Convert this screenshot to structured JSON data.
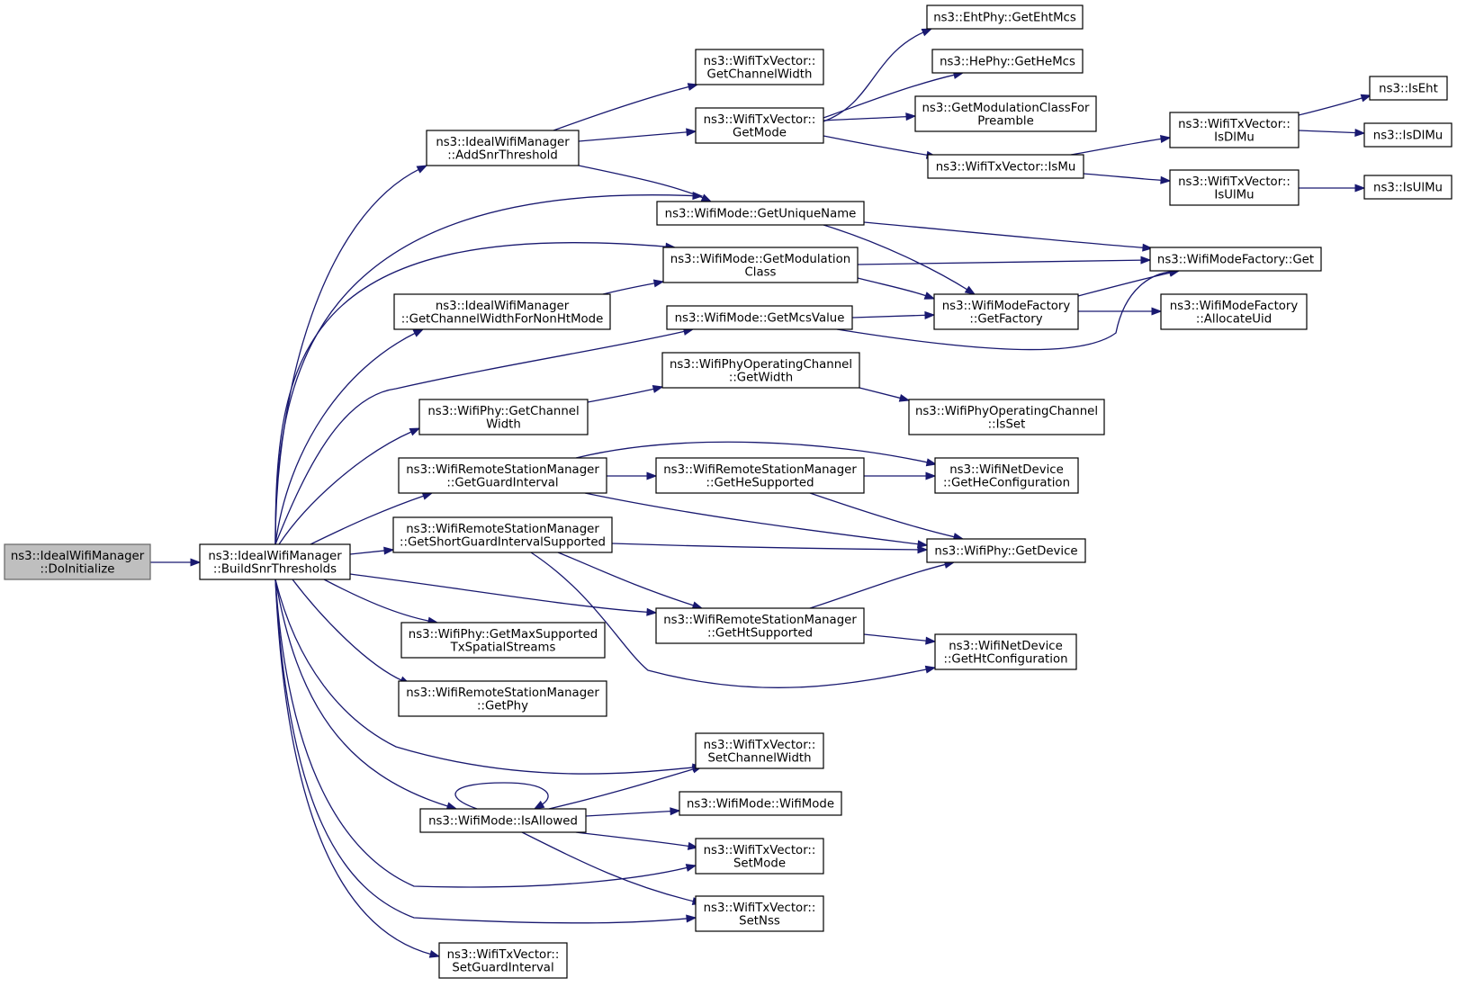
{
  "colors": {
    "edge": "#191970",
    "node_fill": "#ffffff",
    "root_fill": "#bfbfbf",
    "node_stroke": "#000000"
  },
  "nodes": [
    {
      "id": "DoInitialize",
      "lines": [
        "ns3::IdealWifiManager",
        "::DoInitialize"
      ],
      "root": true
    },
    {
      "id": "BuildSnrThresholds",
      "lines": [
        "ns3::IdealWifiManager",
        "::BuildSnrThresholds"
      ]
    },
    {
      "id": "AddSnrThreshold",
      "lines": [
        "ns3::IdealWifiManager",
        "::AddSnrThreshold"
      ]
    },
    {
      "id": "TxGetChannelWidth",
      "lines": [
        "ns3::WifiTxVector::",
        "GetChannelWidth"
      ]
    },
    {
      "id": "TxGetMode",
      "lines": [
        "ns3::WifiTxVector::",
        "GetMode"
      ]
    },
    {
      "id": "GetEhtMcs",
      "lines": [
        "ns3::EhtPhy::GetEhtMcs"
      ]
    },
    {
      "id": "GetHeMcs",
      "lines": [
        "ns3::HePhy::GetHeMcs"
      ]
    },
    {
      "id": "GetModClassForPreamble",
      "lines": [
        "ns3::GetModulationClassFor",
        "Preamble"
      ]
    },
    {
      "id": "TxIsMu",
      "lines": [
        "ns3::WifiTxVector::IsMu"
      ]
    },
    {
      "id": "TxIsDlMu",
      "lines": [
        "ns3::WifiTxVector::",
        "IsDlMu"
      ]
    },
    {
      "id": "TxIsUlMu",
      "lines": [
        "ns3::WifiTxVector::",
        "IsUlMu"
      ]
    },
    {
      "id": "IsEht",
      "lines": [
        "ns3::IsEht"
      ]
    },
    {
      "id": "IsDlMu",
      "lines": [
        "ns3::IsDlMu"
      ]
    },
    {
      "id": "IsUlMu",
      "lines": [
        "ns3::IsUlMu"
      ]
    },
    {
      "id": "GetUniqueName",
      "lines": [
        "ns3::WifiMode::GetUniqueName"
      ]
    },
    {
      "id": "FactoryGet",
      "lines": [
        "ns3::WifiModeFactory::Get"
      ]
    },
    {
      "id": "ModeGetModClass",
      "lines": [
        "ns3::WifiMode::GetModulation",
        "Class"
      ]
    },
    {
      "id": "GetFactory",
      "lines": [
        "ns3::WifiModeFactory",
        "::GetFactory"
      ]
    },
    {
      "id": "AllocateUid",
      "lines": [
        "ns3::WifiModeFactory",
        "::AllocateUid"
      ]
    },
    {
      "id": "GetChWidthNonHt",
      "lines": [
        "ns3::IdealWifiManager",
        "::GetChannelWidthForNonHtMode"
      ]
    },
    {
      "id": "GetMcsValue",
      "lines": [
        "ns3::WifiMode::GetMcsValue"
      ]
    },
    {
      "id": "OpChGetWidth",
      "lines": [
        "ns3::WifiPhyOperatingChannel",
        "::GetWidth"
      ]
    },
    {
      "id": "PhyGetChannelWidth",
      "lines": [
        "ns3::WifiPhy::GetChannel",
        "Width"
      ]
    },
    {
      "id": "OpChIsSet",
      "lines": [
        "ns3::WifiPhyOperatingChannel",
        "::IsSet"
      ]
    },
    {
      "id": "GetGuardInterval",
      "lines": [
        "ns3::WifiRemoteStationManager",
        "::GetGuardInterval"
      ]
    },
    {
      "id": "GetHeSupported",
      "lines": [
        "ns3::WifiRemoteStationManager",
        "::GetHeSupported"
      ]
    },
    {
      "id": "GetHeConfiguration",
      "lines": [
        "ns3::WifiNetDevice",
        "::GetHeConfiguration"
      ]
    },
    {
      "id": "GetShortGISupported",
      "lines": [
        "ns3::WifiRemoteStationManager",
        "::GetShortGuardIntervalSupported"
      ]
    },
    {
      "id": "PhyGetDevice",
      "lines": [
        "ns3::WifiPhy::GetDevice"
      ]
    },
    {
      "id": "GetHtSupported",
      "lines": [
        "ns3::WifiRemoteStationManager",
        "::GetHtSupported"
      ]
    },
    {
      "id": "GetHtConfiguration",
      "lines": [
        "ns3::WifiNetDevice",
        "::GetHtConfiguration"
      ]
    },
    {
      "id": "GetMaxTxSS",
      "lines": [
        "ns3::WifiPhy::GetMaxSupported",
        "TxSpatialStreams"
      ]
    },
    {
      "id": "GetPhy",
      "lines": [
        "ns3::WifiRemoteStationManager",
        "::GetPhy"
      ]
    },
    {
      "id": "SetChannelWidth",
      "lines": [
        "ns3::WifiTxVector::",
        "SetChannelWidth"
      ]
    },
    {
      "id": "IsAllowed",
      "lines": [
        "ns3::WifiMode::IsAllowed"
      ]
    },
    {
      "id": "WifiModeCtor",
      "lines": [
        "ns3::WifiMode::WifiMode"
      ]
    },
    {
      "id": "SetMode",
      "lines": [
        "ns3::WifiTxVector::",
        "SetMode"
      ]
    },
    {
      "id": "SetNss",
      "lines": [
        "ns3::WifiTxVector::",
        "SetNss"
      ]
    },
    {
      "id": "SetGuardInterval",
      "lines": [
        "ns3::WifiTxVector::",
        "SetGuardInterval"
      ]
    }
  ],
  "edges": [
    [
      "DoInitialize",
      "BuildSnrThresholds"
    ],
    [
      "BuildSnrThresholds",
      "AddSnrThreshold"
    ],
    [
      "BuildSnrThresholds",
      "GetUniqueName"
    ],
    [
      "BuildSnrThresholds",
      "ModeGetModClass"
    ],
    [
      "BuildSnrThresholds",
      "GetChWidthNonHt"
    ],
    [
      "BuildSnrThresholds",
      "GetMcsValue"
    ],
    [
      "BuildSnrThresholds",
      "PhyGetChannelWidth"
    ],
    [
      "BuildSnrThresholds",
      "GetGuardInterval"
    ],
    [
      "BuildSnrThresholds",
      "GetShortGISupported"
    ],
    [
      "BuildSnrThresholds",
      "GetHtSupported"
    ],
    [
      "BuildSnrThresholds",
      "GetMaxTxSS"
    ],
    [
      "BuildSnrThresholds",
      "GetPhy"
    ],
    [
      "BuildSnrThresholds",
      "SetChannelWidth"
    ],
    [
      "BuildSnrThresholds",
      "IsAllowed"
    ],
    [
      "BuildSnrThresholds",
      "SetMode"
    ],
    [
      "BuildSnrThresholds",
      "SetNss"
    ],
    [
      "BuildSnrThresholds",
      "SetGuardInterval"
    ],
    [
      "AddSnrThreshold",
      "TxGetChannelWidth"
    ],
    [
      "AddSnrThreshold",
      "TxGetMode"
    ],
    [
      "AddSnrThreshold",
      "GetUniqueName"
    ],
    [
      "TxGetMode",
      "GetEhtMcs"
    ],
    [
      "TxGetMode",
      "GetHeMcs"
    ],
    [
      "TxGetMode",
      "GetModClassForPreamble"
    ],
    [
      "TxGetMode",
      "TxIsMu"
    ],
    [
      "TxIsMu",
      "TxIsDlMu"
    ],
    [
      "TxIsMu",
      "TxIsUlMu"
    ],
    [
      "TxIsDlMu",
      "IsEht"
    ],
    [
      "TxIsDlMu",
      "IsDlMu"
    ],
    [
      "TxIsUlMu",
      "IsUlMu"
    ],
    [
      "GetUniqueName",
      "FactoryGet"
    ],
    [
      "GetUniqueName",
      "GetFactory"
    ],
    [
      "ModeGetModClass",
      "FactoryGet"
    ],
    [
      "ModeGetModClass",
      "GetFactory"
    ],
    [
      "GetFactory",
      "FactoryGet"
    ],
    [
      "GetFactory",
      "AllocateUid"
    ],
    [
      "GetChWidthNonHt",
      "ModeGetModClass"
    ],
    [
      "GetMcsValue",
      "GetFactory"
    ],
    [
      "GetMcsValue",
      "FactoryGet"
    ],
    [
      "PhyGetChannelWidth",
      "OpChGetWidth"
    ],
    [
      "OpChGetWidth",
      "OpChIsSet"
    ],
    [
      "GetGuardInterval",
      "GetHeSupported"
    ],
    [
      "GetGuardInterval",
      "GetHeConfiguration"
    ],
    [
      "GetGuardInterval",
      "PhyGetDevice"
    ],
    [
      "GetHeSupported",
      "GetHeConfiguration"
    ],
    [
      "GetHeSupported",
      "PhyGetDevice"
    ],
    [
      "GetShortGISupported",
      "PhyGetDevice"
    ],
    [
      "GetShortGISupported",
      "GetHtSupported"
    ],
    [
      "GetShortGISupported",
      "GetHtConfiguration"
    ],
    [
      "GetHtSupported",
      "PhyGetDevice"
    ],
    [
      "GetHtSupported",
      "GetHtConfiguration"
    ],
    [
      "IsAllowed",
      "IsAllowed"
    ],
    [
      "IsAllowed",
      "SetChannelWidth"
    ],
    [
      "IsAllowed",
      "WifiModeCtor"
    ],
    [
      "IsAllowed",
      "SetMode"
    ],
    [
      "IsAllowed",
      "SetNss"
    ]
  ]
}
